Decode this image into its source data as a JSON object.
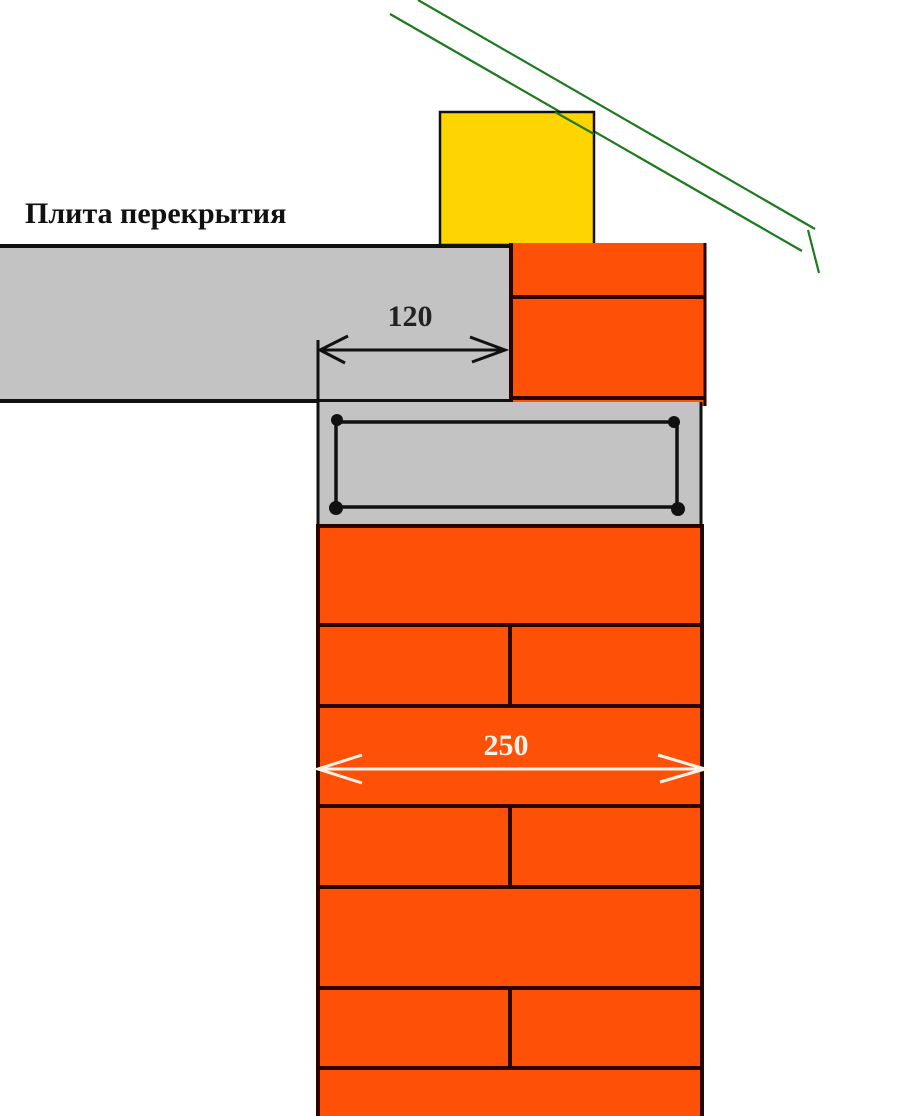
{
  "diagram": {
    "title_label": "Плита перекрытия",
    "dimension_slab_bearing": "120",
    "dimension_wall_thickness": "250",
    "colors": {
      "brick": "#FF5008",
      "slab": "#C3C3C3",
      "mauerlat": "#FFD500",
      "rafter": "#1E7A1E",
      "outline": "#111111",
      "dimension_white": "#FFF2E6"
    },
    "elements": [
      "floor-slab",
      "brick-wall",
      "reinforced-belt",
      "mauerlat-beam",
      "roof-rafter"
    ]
  }
}
